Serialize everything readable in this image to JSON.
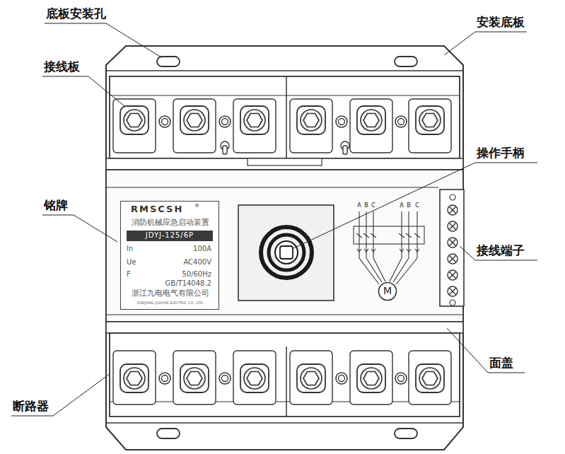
{
  "diagram": {
    "nodes": [
      {
        "text": [
          "RMSCSH",
          "®",
          "消防机械应急启动装置",
          "In",
          "100A",
          "Ue",
          "AC400V",
          "F",
          "50/60Hz",
          "GB/T14048.2",
          "浙江九电电气有限公司",
          "ZHEJIANG JIUDIAN ELECTRIC CO., LTD."
        ]
      },
      {
        "text": [
          "JDYJ-125/6P"
        ],
        "in": 0
      },
      {
        "text": [
          "M"
        ]
      }
    ],
    "labels": [
      "底板安装孔",
      "安装底板",
      "接线板",
      "操作手柄",
      "铭牌",
      "接线端子",
      "面盖",
      "断路器",
      "A",
      "B",
      "C",
      "A",
      "B",
      "C"
    ]
  }
}
